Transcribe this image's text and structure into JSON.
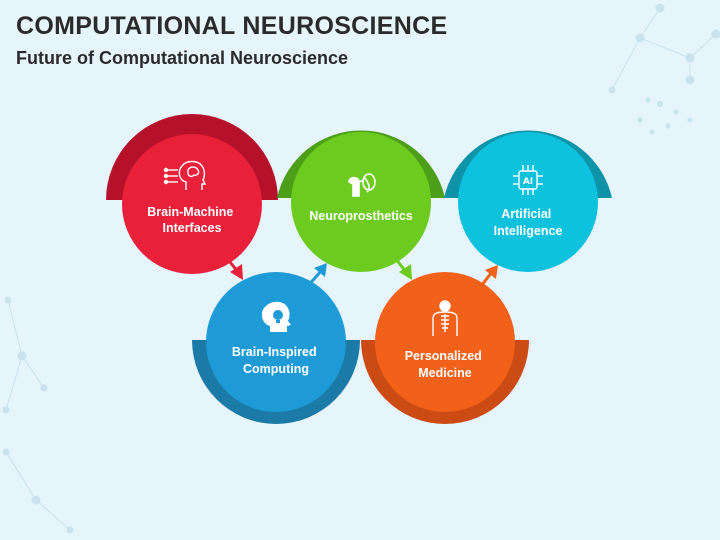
{
  "header": {
    "title": "COMPUTATIONAL NEUROSCIENCE",
    "subtitle": "Future of Computational Neuroscience"
  },
  "nodes": [
    {
      "id": "bmi",
      "lines": [
        "Brain-Machine",
        "Interfaces"
      ],
      "icon": "brain-head-icon",
      "color": "#e8203a",
      "ring": "#b5112a",
      "row": "top"
    },
    {
      "id": "bic",
      "lines": [
        "Brain-Inspired",
        "Computing"
      ],
      "icon": "head-lightbulb-icon",
      "color": "#1e9ad6",
      "ring": "#1c7aa6",
      "row": "bottom"
    },
    {
      "id": "neu",
      "lines": [
        "Neuroprosthetics"
      ],
      "icon": "prosthetic-arm-icon",
      "color": "#6dcb1f",
      "ring": "#4d9f1a",
      "row": "top"
    },
    {
      "id": "pm",
      "lines": [
        "Personalized",
        "Medicine"
      ],
      "icon": "body-scan-icon",
      "color": "#f2611a",
      "ring": "#cc4a14",
      "row": "bottom"
    },
    {
      "id": "ai",
      "lines": [
        "Artificial",
        "Intelligence"
      ],
      "icon": "ai-chip-icon",
      "color": "#0ec1dc",
      "ring": "#0e93a8",
      "row": "top"
    }
  ],
  "colors": {
    "background": "#e6f4fb",
    "network": "#c9e3ee"
  }
}
